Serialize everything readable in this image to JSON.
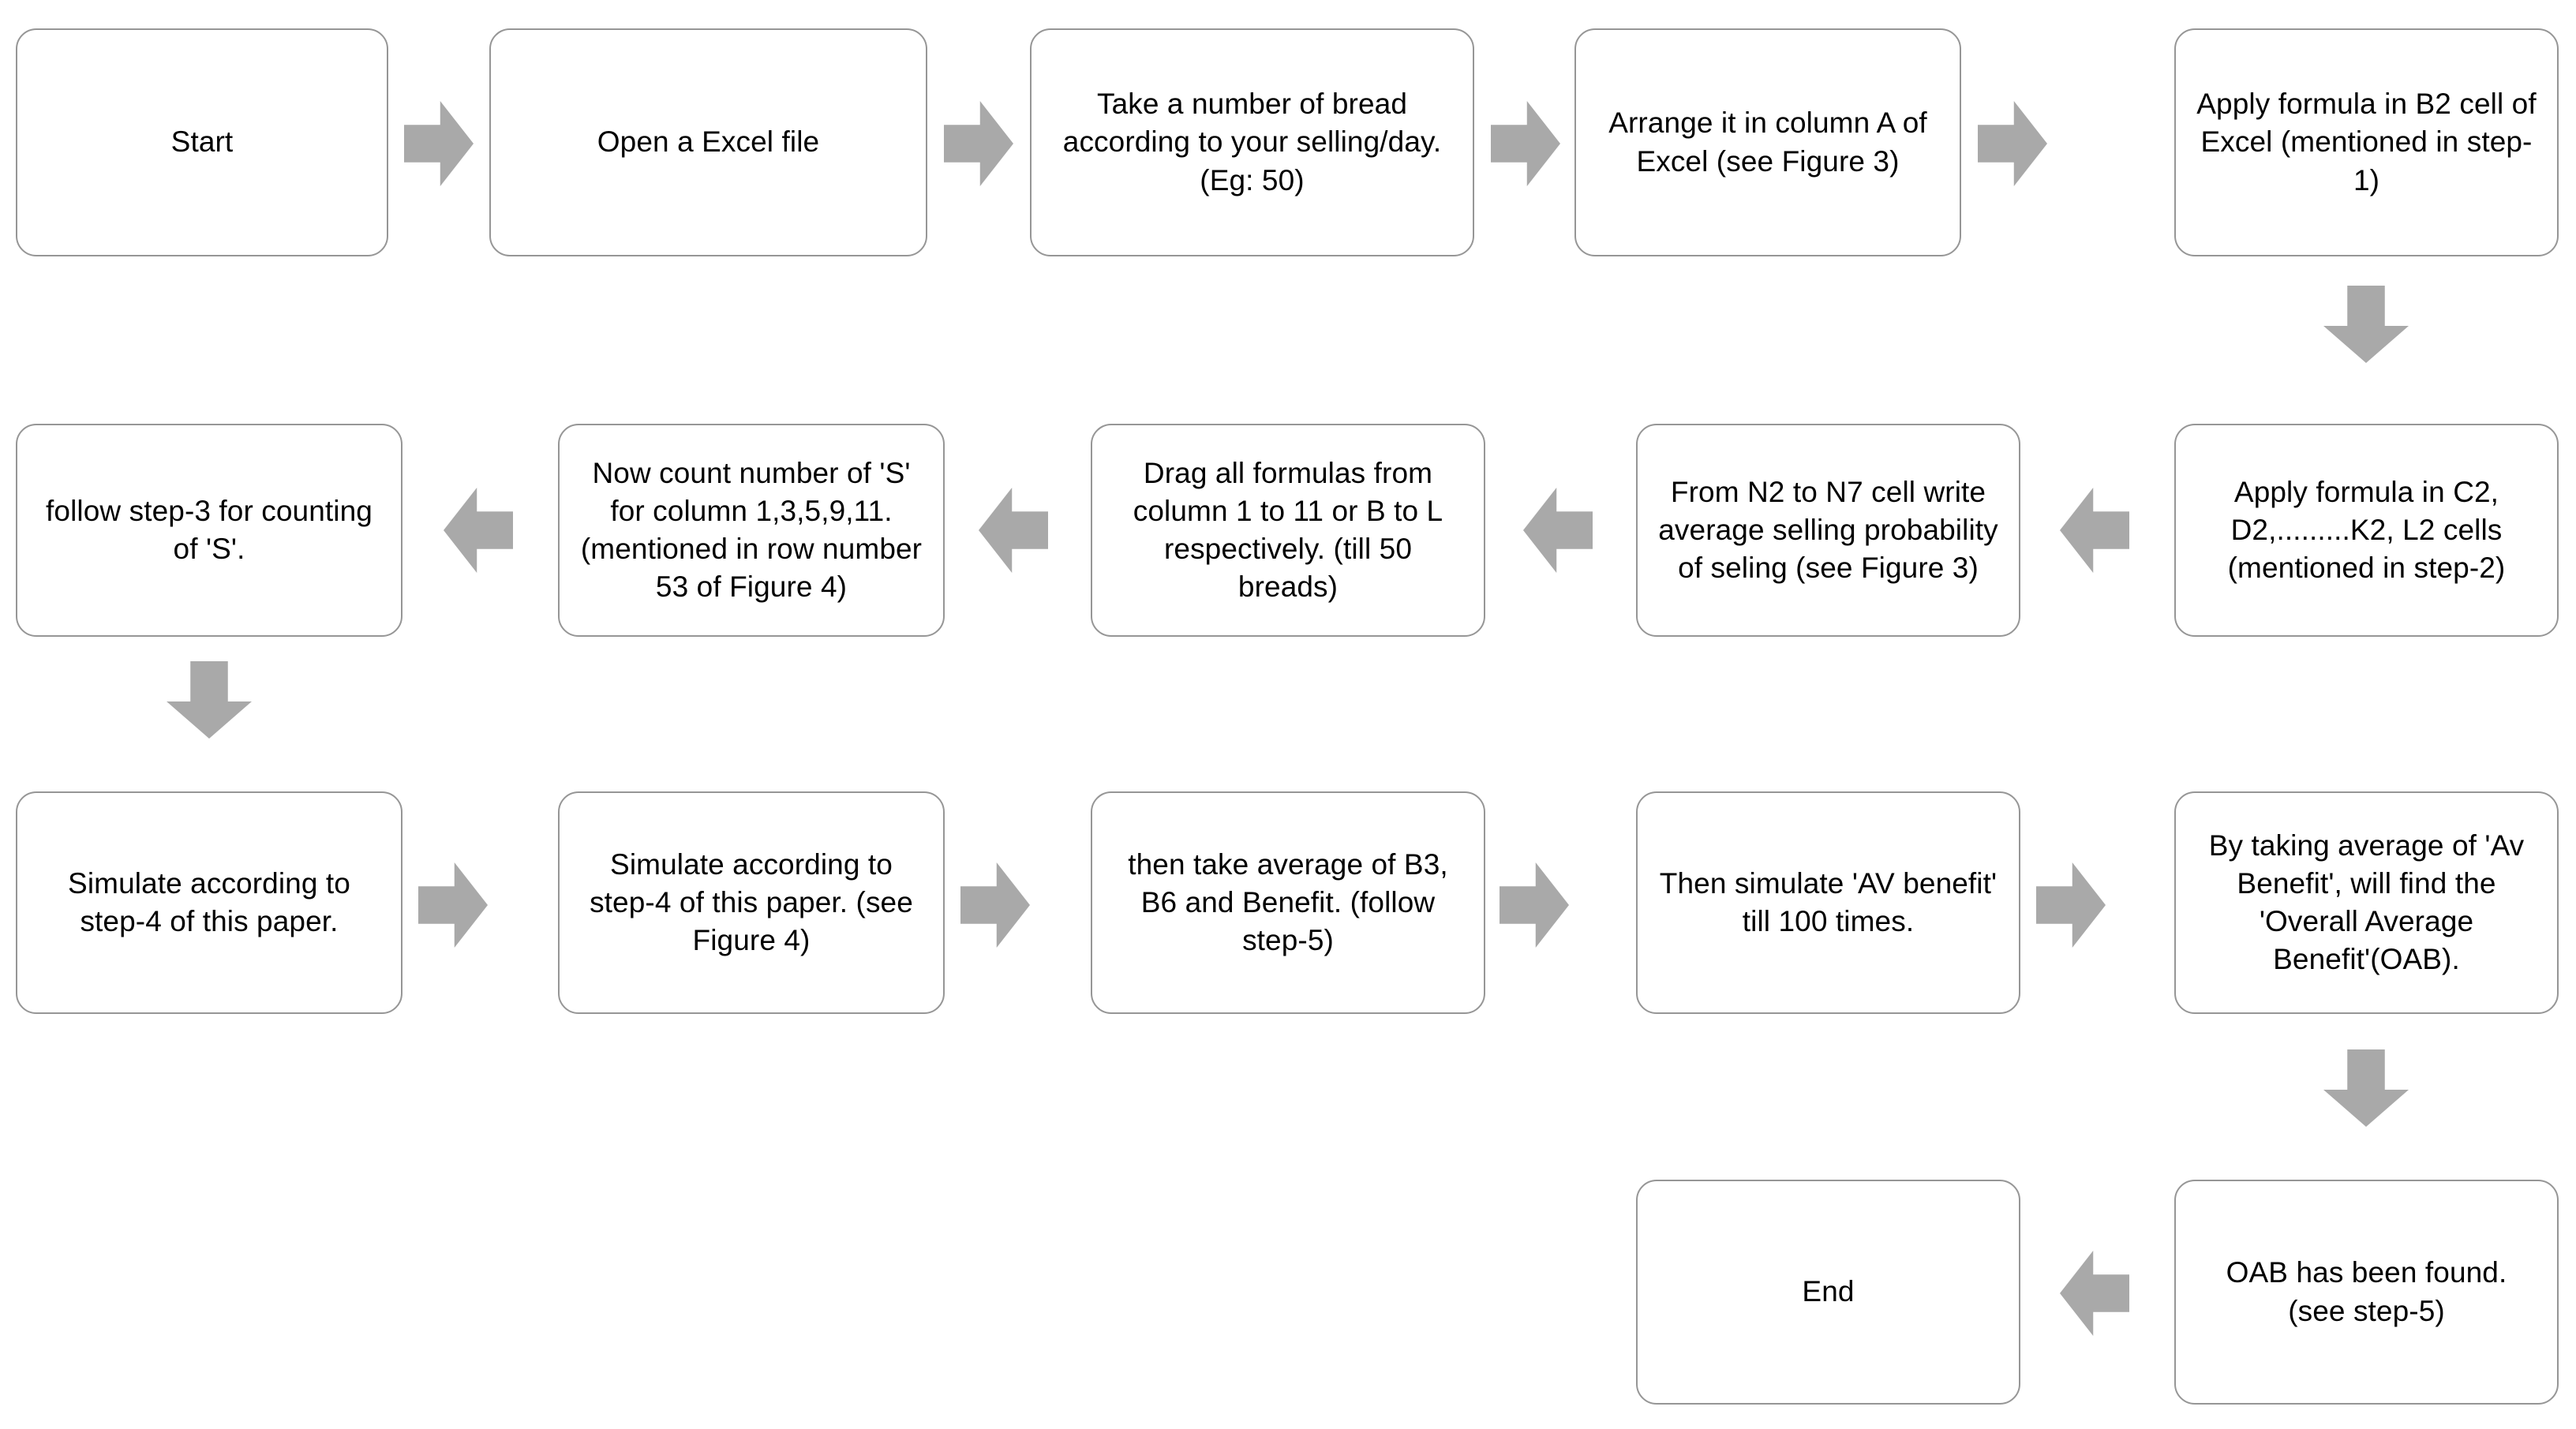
{
  "diagram": {
    "title": "Excel simulation procedure flowchart",
    "box_border_color": "#969696",
    "box_fill_color": "#ffffff",
    "arrow_color": "#a9a9a9",
    "text_color": "#000000"
  },
  "nodes": [
    {
      "id": "start",
      "text": "Start"
    },
    {
      "id": "open-excel",
      "text": "Open a Excel file"
    },
    {
      "id": "take-bread",
      "text": "Take a number of bread according to your selling/day. (Eg: 50)"
    },
    {
      "id": "arrange-col",
      "text": "Arrange it in column A of Excel (see Figure 3)"
    },
    {
      "id": "formula-b2",
      "text": "Apply formula in B2 cell of Excel (mentioned in step-1)"
    },
    {
      "id": "formula-c2",
      "text": "Apply formula in C2, D2,.........K2, L2 cells (mentioned in step-2)"
    },
    {
      "id": "avg-prob",
      "text": "From N2 to N7 cell write average selling probability of seling (see Figure 3)"
    },
    {
      "id": "drag",
      "text": "Drag all formulas from column 1 to 11 or B to L respectively. (till 50 breads)"
    },
    {
      "id": "count-s",
      "text": "Now count number of 'S' for column 1,3,5,9,11. (mentioned in row number 53 of Figure 4)"
    },
    {
      "id": "follow-s",
      "text": "follow step-3 for counting of 'S'."
    },
    {
      "id": "sim-step4",
      "text": "Simulate according to step-4 of this paper."
    },
    {
      "id": "sim-fig4",
      "text": "Simulate according to step-4 of this paper. (see Figure 4)"
    },
    {
      "id": "avg-b3b6",
      "text": "then take average of B3, B6 and Benefit. (follow step-5)"
    },
    {
      "id": "sim-av100",
      "text": "Then simulate 'AV benefit' till 100 times."
    },
    {
      "id": "oab-calc",
      "text": "By taking average of 'Av Benefit', will find the 'Overall Average Benefit'(OAB)."
    },
    {
      "id": "oab-found",
      "text": "OAB has been found. (see step-5)"
    },
    {
      "id": "end",
      "text": "End"
    }
  ],
  "connectors": [
    {
      "id": "a1",
      "direction": "right",
      "from": "start",
      "to": "open-excel"
    },
    {
      "id": "a2",
      "direction": "right",
      "from": "open-excel",
      "to": "take-bread"
    },
    {
      "id": "a3",
      "direction": "right",
      "from": "take-bread",
      "to": "arrange-col"
    },
    {
      "id": "a4",
      "direction": "right",
      "from": "arrange-col",
      "to": "formula-b2"
    },
    {
      "id": "a5",
      "direction": "down",
      "from": "formula-b2",
      "to": "formula-c2"
    },
    {
      "id": "a6",
      "direction": "left",
      "from": "formula-c2",
      "to": "avg-prob"
    },
    {
      "id": "a7",
      "direction": "left",
      "from": "avg-prob",
      "to": "drag"
    },
    {
      "id": "a8",
      "direction": "left",
      "from": "drag",
      "to": "count-s"
    },
    {
      "id": "a9",
      "direction": "left",
      "from": "count-s",
      "to": "follow-s"
    },
    {
      "id": "a10",
      "direction": "down",
      "from": "follow-s",
      "to": "sim-step4"
    },
    {
      "id": "a11",
      "direction": "right",
      "from": "sim-step4",
      "to": "sim-fig4"
    },
    {
      "id": "a12",
      "direction": "right",
      "from": "sim-fig4",
      "to": "avg-b3b6"
    },
    {
      "id": "a13",
      "direction": "right",
      "from": "avg-b3b6",
      "to": "sim-av100"
    },
    {
      "id": "a14",
      "direction": "right",
      "from": "sim-av100",
      "to": "oab-calc"
    },
    {
      "id": "a15",
      "direction": "down",
      "from": "oab-calc",
      "to": "oab-found"
    },
    {
      "id": "a16",
      "direction": "left",
      "from": "oab-found",
      "to": "end"
    }
  ]
}
